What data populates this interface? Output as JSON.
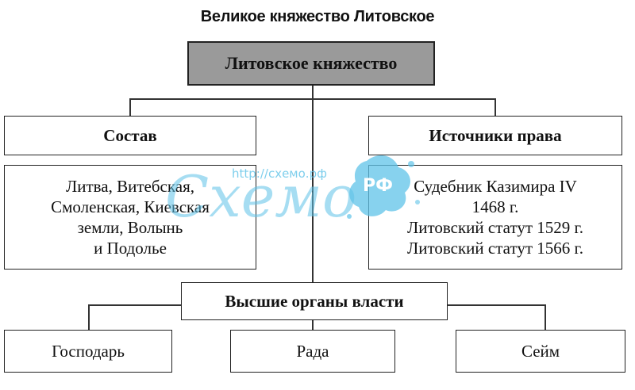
{
  "title": "Великое княжество Литовское",
  "root": {
    "label": "Литовское княжество"
  },
  "composition": {
    "label": "Состав",
    "lines": [
      "Литва, Витебская,",
      "Смоленская, Киевская",
      "земли, Волынь",
      "и Подолье"
    ]
  },
  "law_sources": {
    "label": "Источники права",
    "lines": [
      "Судебник Казимира IV",
      "1468 г.",
      "Литовский статут 1529 г.",
      "Литовский статут 1566 г."
    ]
  },
  "authorities": {
    "label": "Высшие органы власти",
    "children": [
      "Господарь",
      "Рада",
      "Сейм"
    ]
  },
  "watermark": {
    "url": "http://схемо.рф",
    "word": "Схемо",
    "badge": "РФ"
  },
  "colors": {
    "root_fill": "#9a9a9a",
    "watermark": "#5fc3e8"
  }
}
